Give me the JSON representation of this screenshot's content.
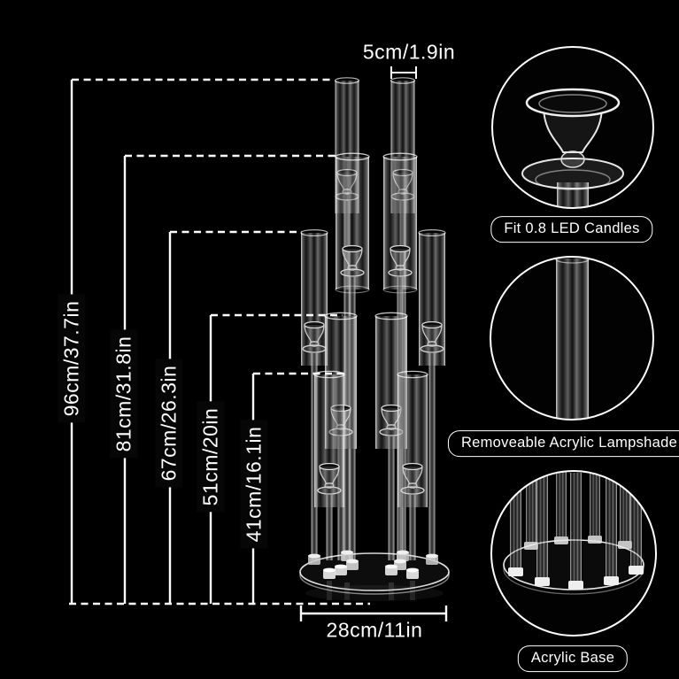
{
  "colors": {
    "background": "#000000",
    "line": "#ffffff",
    "label_background": "#060606",
    "text": "#ffffff"
  },
  "dimensions": {
    "tube_diameter_label": "5cm/1.9in",
    "base_diameter_label": "28cm/11in",
    "heights": [
      {
        "cm": 96,
        "inch": 37.7,
        "label": "96cm/37.7in"
      },
      {
        "cm": 81,
        "inch": 31.8,
        "label": "81cm/31.8in"
      },
      {
        "cm": 67,
        "inch": 26.3,
        "label": "67cm/26.3in"
      },
      {
        "cm": 51,
        "inch": 20,
        "label": "51cm/20in"
      },
      {
        "cm": 41,
        "inch": 16.1,
        "label": "41cm/16.1in"
      }
    ]
  },
  "insets": [
    {
      "caption": "Fit 0.8 LED Candles",
      "image": "candle-cup-closeup-photo"
    },
    {
      "caption": "Removeable Acrylic Lampshade",
      "image": "acrylic-tube-closeup-photo"
    },
    {
      "caption": "Acrylic Base",
      "image": "acrylic-base-closeup-photo"
    }
  ]
}
